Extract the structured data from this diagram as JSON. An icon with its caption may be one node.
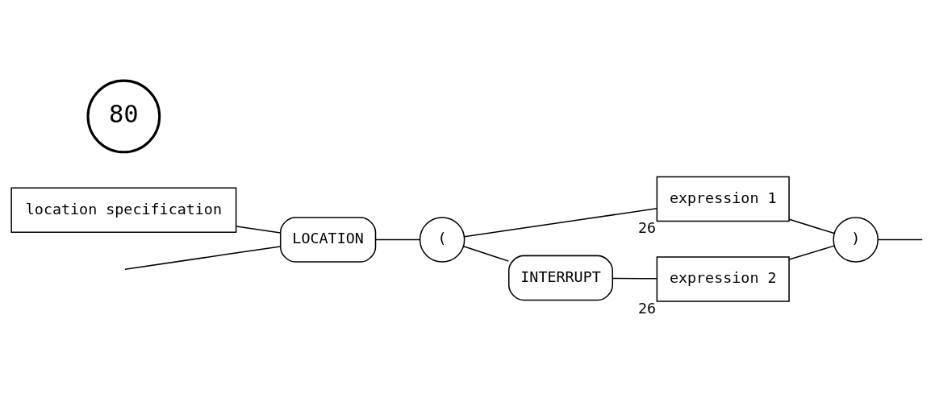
{
  "diagram": {
    "nodes": [
      {
        "text": [
          "location specification"
        ]
      },
      {
        "text": [
          "LOCATION"
        ]
      },
      {
        "text": [
          "("
        ]
      },
      {
        "text": [
          "expression 1"
        ],
        "beside": [
          "26"
        ]
      },
      {
        "text": [
          "INTERRUPT"
        ]
      },
      {
        "text": [
          "expression 2"
        ],
        "beside": [
          "26"
        ]
      },
      {
        "text": [
          ")"
        ]
      },
      {
        "text": [
          "80"
        ]
      }
    ],
    "edges": [
      {
        "from": null,
        "to": 1,
        "arrow": "none"
      },
      {
        "from": 0,
        "to": 1,
        "arrow": "none"
      },
      {
        "from": 1,
        "to": 2,
        "arrow": "none"
      },
      {
        "from": 2,
        "to": 3,
        "arrow": "none"
      },
      {
        "from": 2,
        "to": 4,
        "arrow": "none"
      },
      {
        "from": 4,
        "to": 5,
        "arrow": "none"
      },
      {
        "from": 3,
        "to": 6,
        "arrow": "none"
      },
      {
        "from": 5,
        "to": 6,
        "arrow": "none"
      },
      {
        "from": 6,
        "to": null,
        "arrow": "none"
      }
    ]
  }
}
